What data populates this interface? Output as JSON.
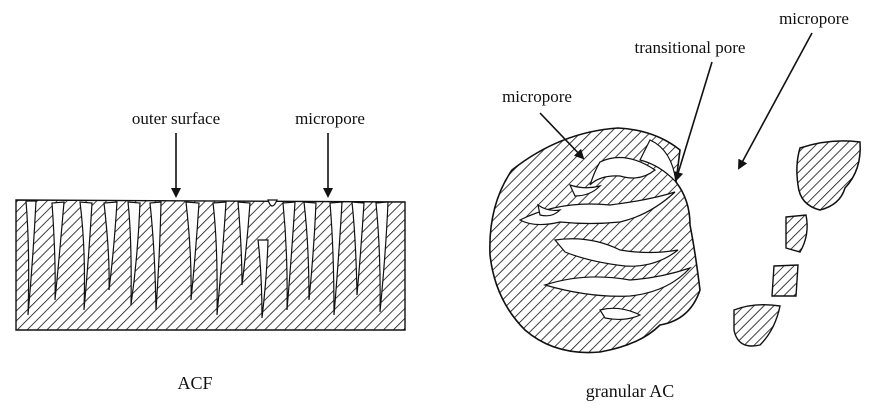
{
  "figure": {
    "acf": {
      "caption": "ACF",
      "labels": {
        "outer_surface": "outer surface",
        "micropore": "micropore"
      }
    },
    "granular_ac": {
      "caption": "granular AC",
      "labels": {
        "micropore_left": "micropore",
        "transitional_pore": "transitional pore",
        "micropore_right": "micropore"
      }
    }
  },
  "colors": {
    "ink": "#111111",
    "background": "#ffffff"
  }
}
